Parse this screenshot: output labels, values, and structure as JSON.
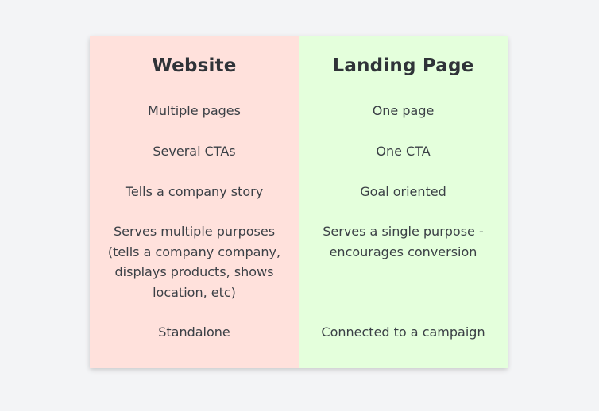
{
  "table": {
    "website": {
      "title": "Website",
      "rows": [
        "Multiple pages",
        "Several CTAs",
        "Tells a company story",
        "Serves multiple purposes (tells a company company, displays products, shows location, etc)",
        "Standalone"
      ]
    },
    "landing": {
      "title": "Landing Page",
      "rows": [
        "One page",
        "One CTA",
        "Goal oriented",
        "Serves a single purpose - encourages conversion",
        "Connected to a campaign"
      ]
    }
  },
  "colors": {
    "page_background": "#f3f4f6",
    "website_column": "#ffe1dc",
    "landing_column": "#e4ffdc",
    "text": "#363b41"
  }
}
